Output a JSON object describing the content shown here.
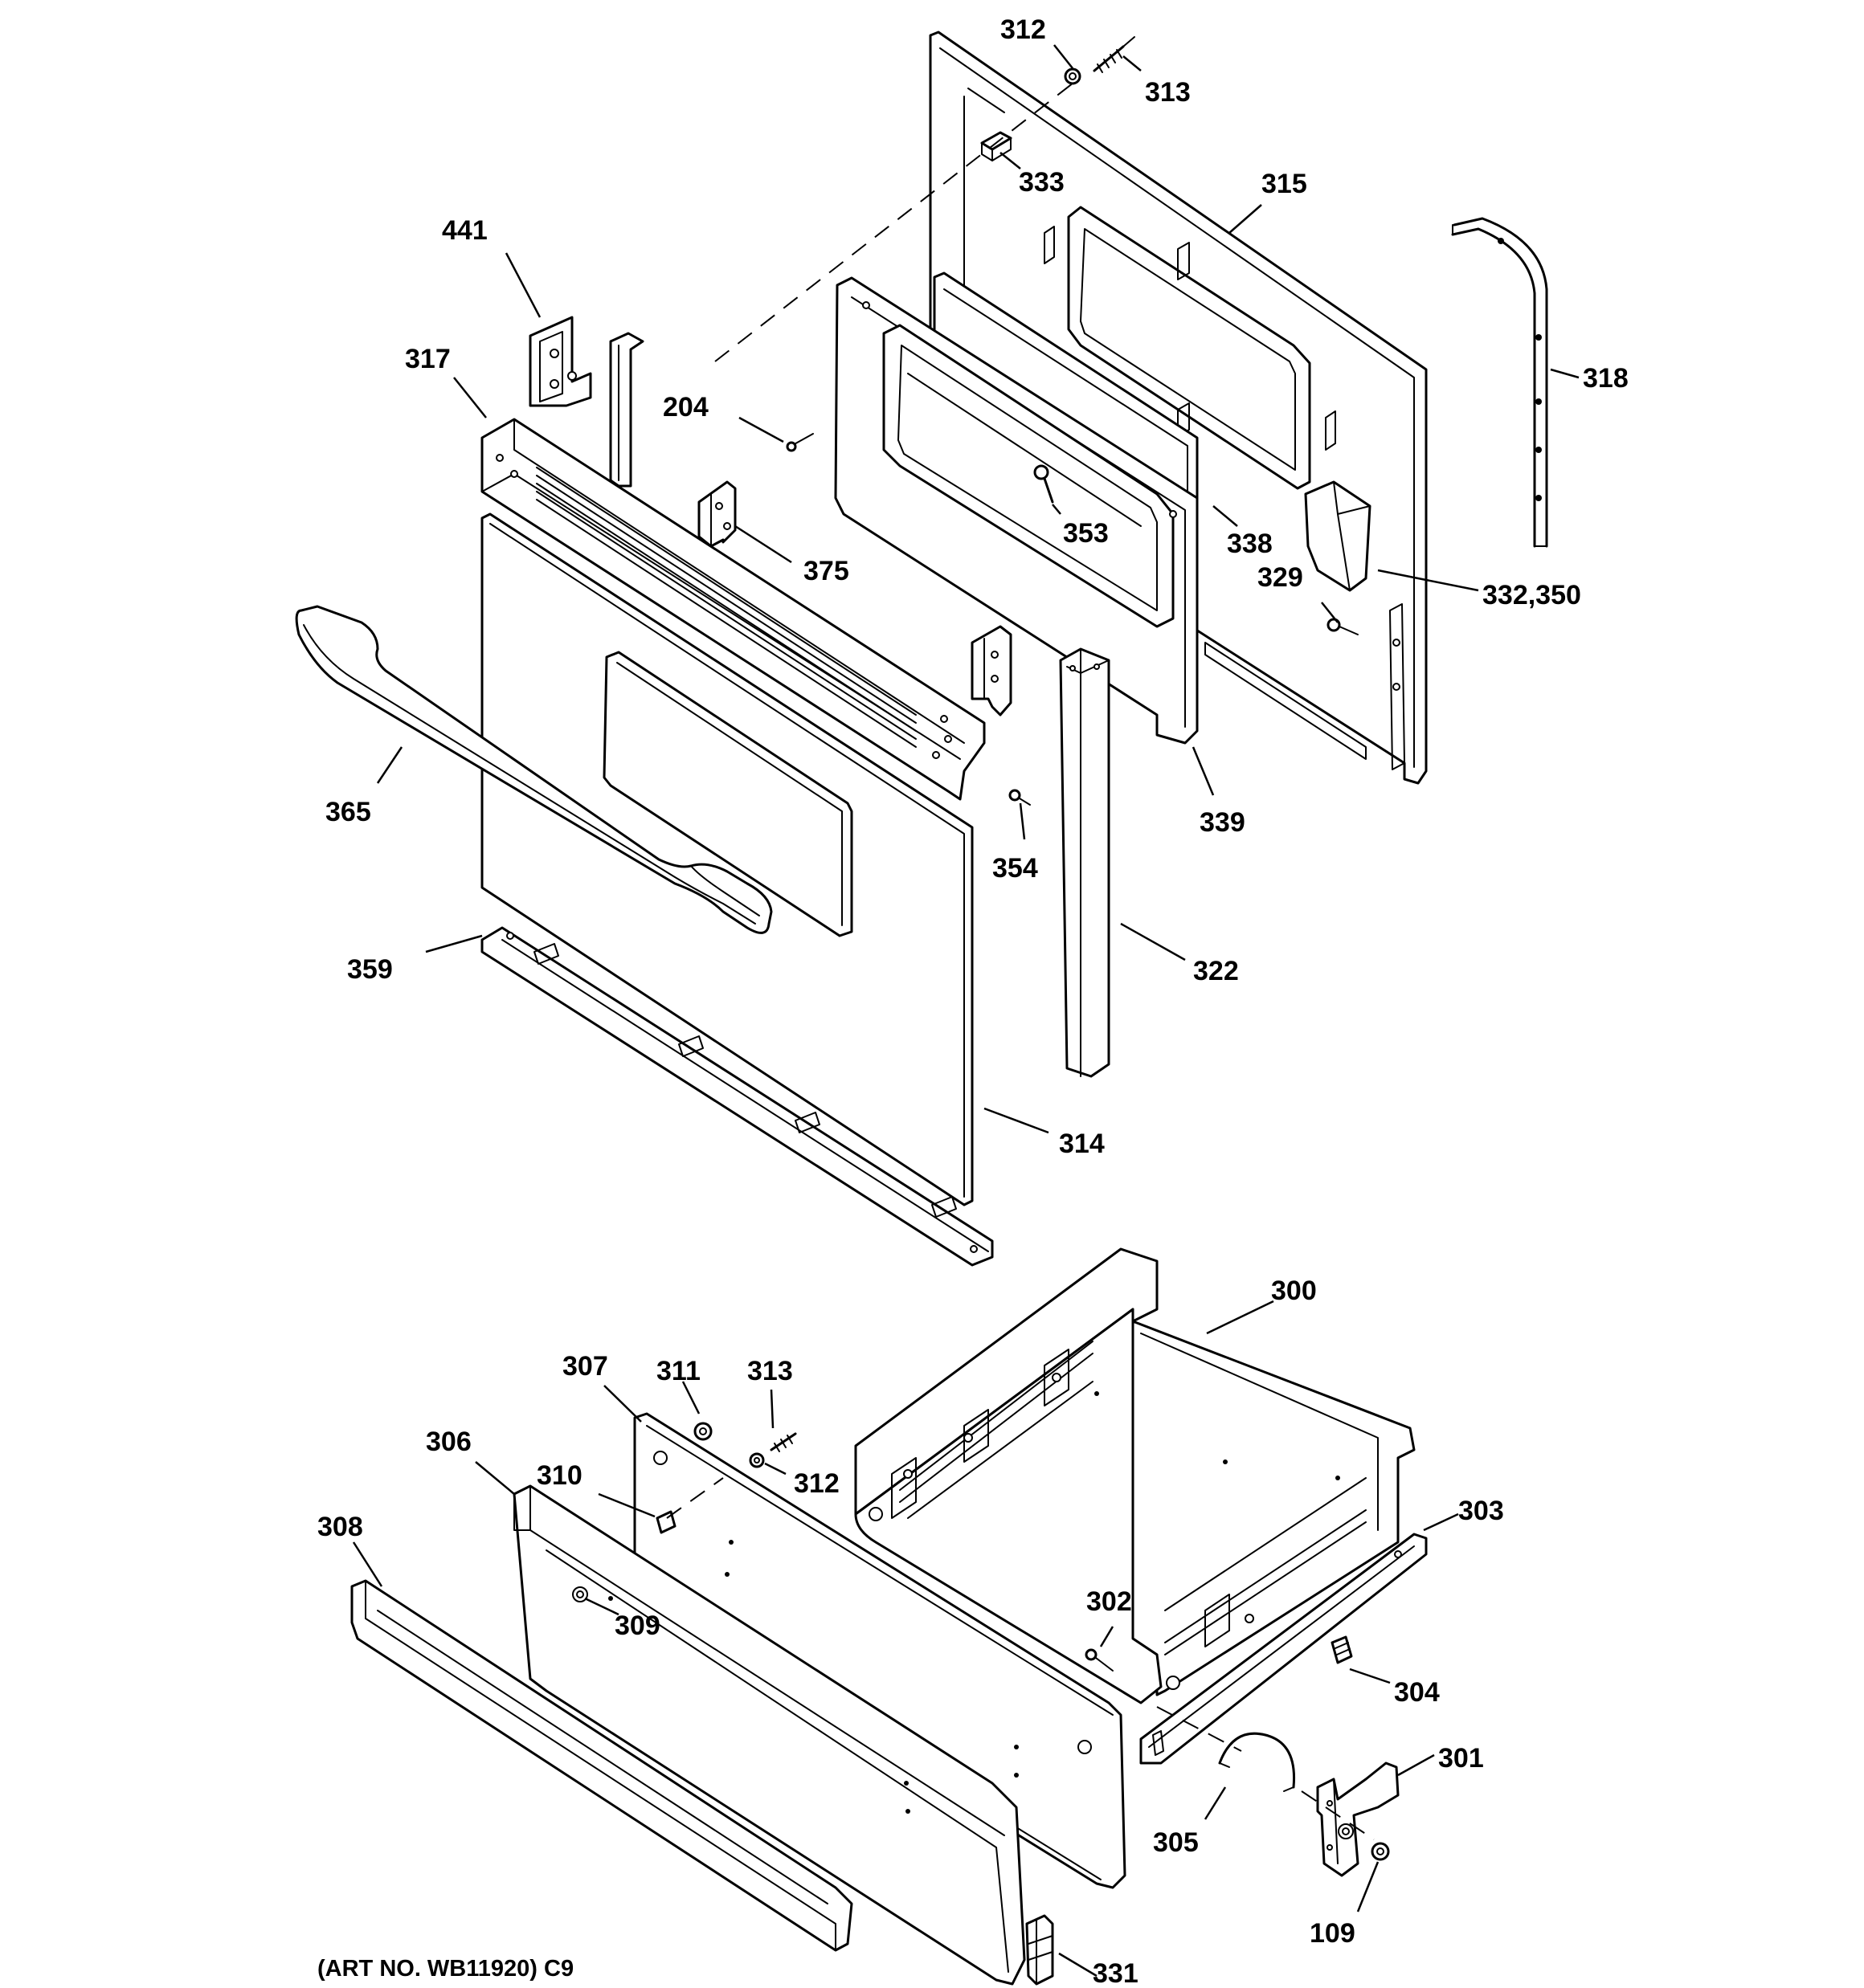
{
  "art_note": "(ART NO. WB11920) C9",
  "callouts": {
    "c312a": "312",
    "c313a": "313",
    "c333": "333",
    "c315": "315",
    "c441": "441",
    "c318": "318",
    "c317": "317",
    "c204": "204",
    "c353": "353",
    "c338": "338",
    "c375": "375",
    "c329": "329",
    "c332_350": "332,350",
    "c365": "365",
    "c339": "339",
    "c354": "354",
    "c359": "359",
    "c322": "322",
    "c314": "314",
    "c300": "300",
    "c307": "307",
    "c311": "311",
    "c313b": "313",
    "c306": "306",
    "c310": "310",
    "c312b": "312",
    "c308": "308",
    "c303": "303",
    "c309": "309",
    "c302": "302",
    "c304": "304",
    "c301": "301",
    "c305": "305",
    "c109": "109",
    "c331": "331"
  }
}
